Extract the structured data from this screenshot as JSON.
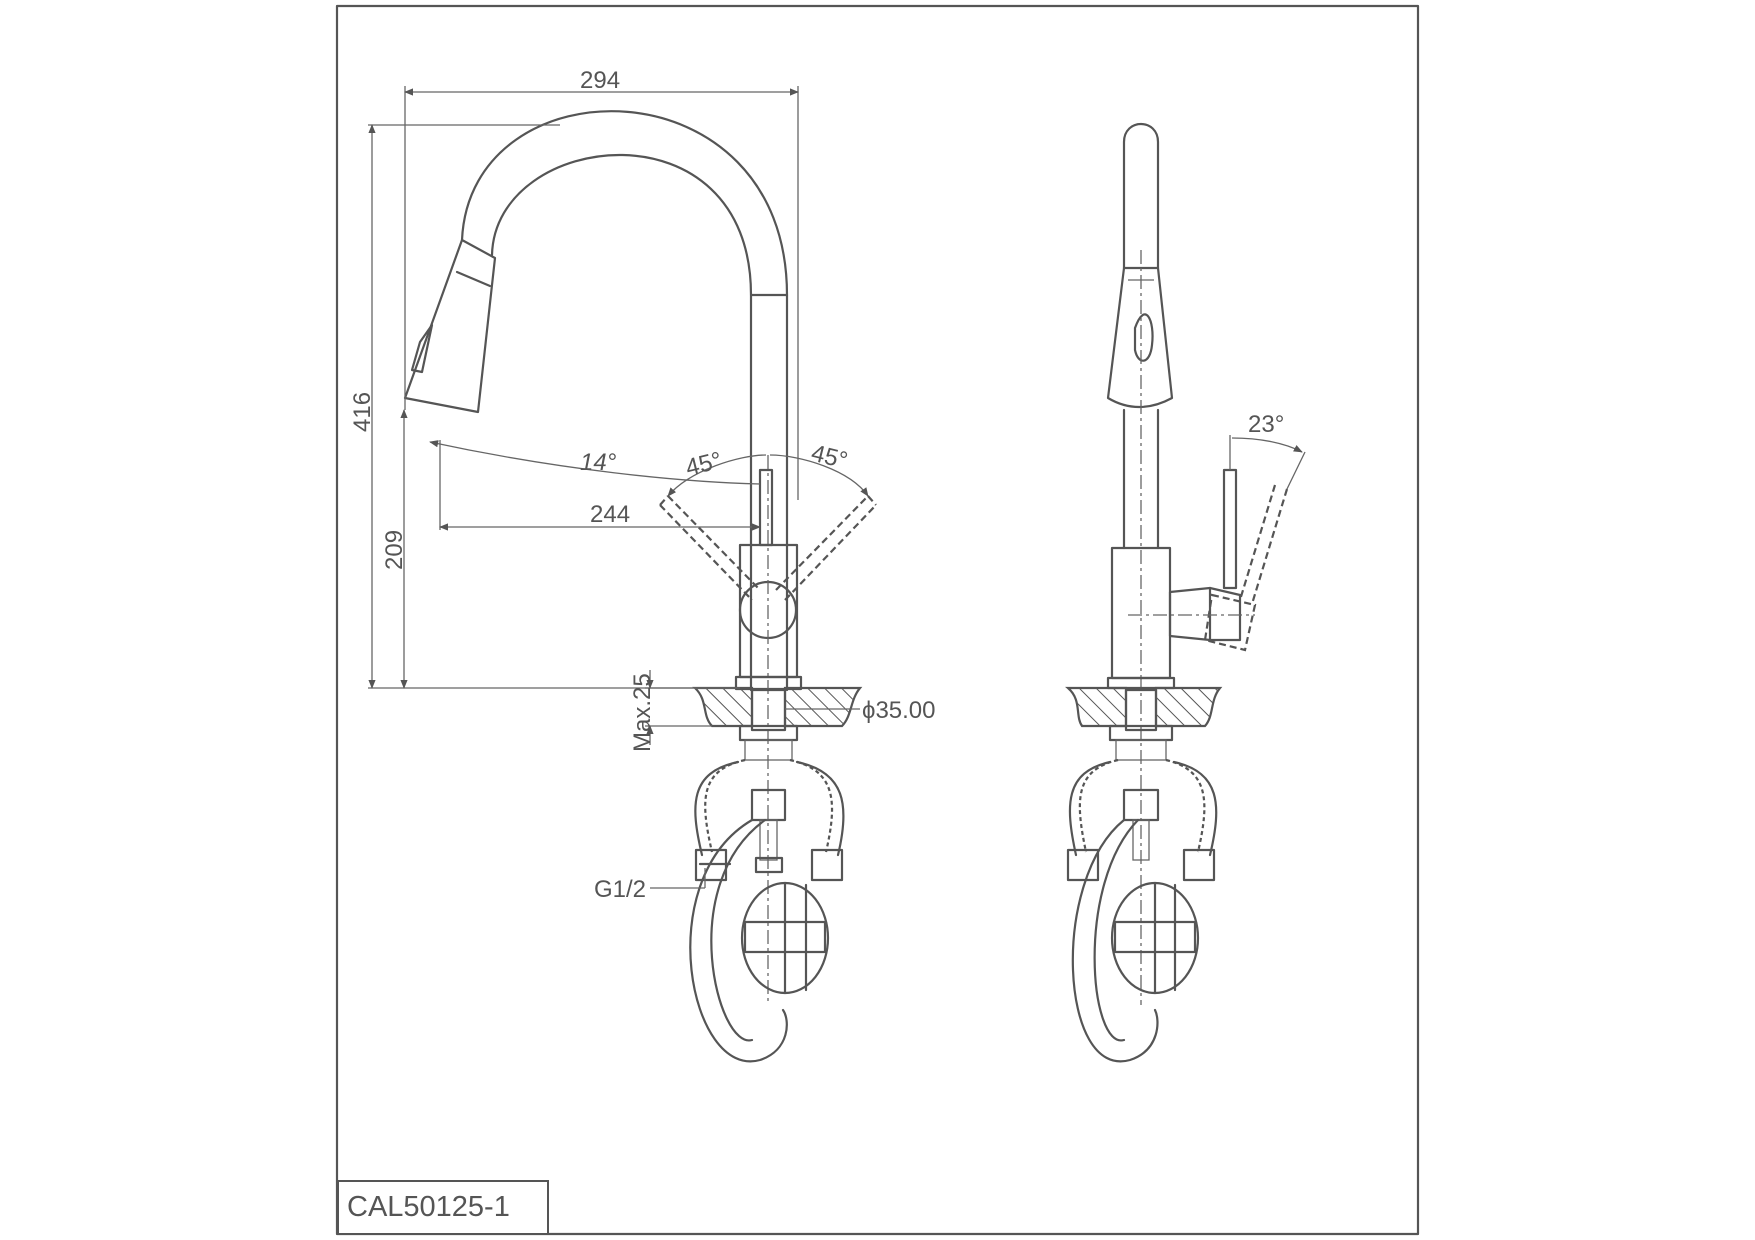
{
  "title_block": {
    "model": "CAL50125-1"
  },
  "front_view": {
    "dimensions": {
      "reach": "294",
      "total_height": "416",
      "spout_height": "209",
      "spray_reach": "244",
      "spray_angle": "14°",
      "handle_left": "45°",
      "handle_right": "45°",
      "deck_thickness": "Max.25",
      "hole_diameter": "ϕ35.00",
      "connection": "G1/2"
    }
  },
  "side_view": {
    "dimensions": {
      "handle_tilt": "23°"
    }
  }
}
